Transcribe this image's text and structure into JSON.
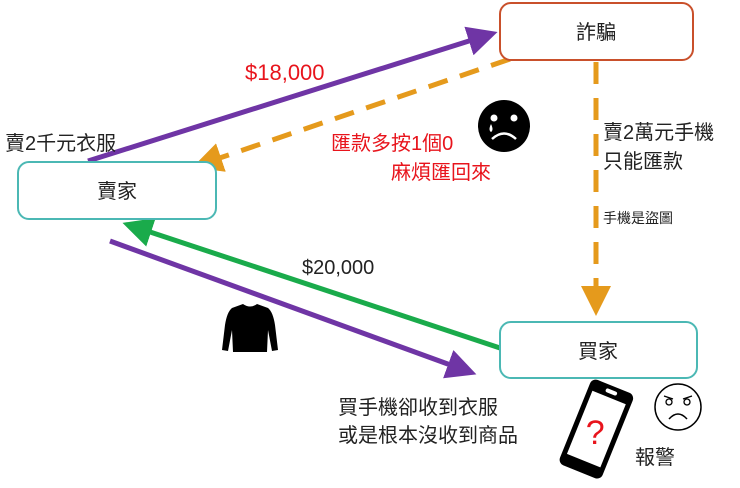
{
  "nodes": {
    "scammer": "詐騙",
    "seller": "賣家",
    "buyer": "買家"
  },
  "labels": {
    "seller_sells": "賣2千元衣服",
    "amount_seller_to_scam": "$18,000",
    "refund_request_1": "匯款多按1個0",
    "refund_request_2": "麻煩匯回來",
    "scam_sells_1": "賣2萬元手機",
    "scam_sells_2": "只能匯款",
    "stolen_photo": "手機是盜圖",
    "amount_buyer_to_seller": "$20,000",
    "buyer_result_1": "買手機卻收到衣服",
    "buyer_result_2": "或是根本沒收到商品",
    "report_police": "報警",
    "question_mark": "?"
  },
  "icons": [
    "crying-face-icon",
    "shirt-icon",
    "phone-icon",
    "angry-face-icon"
  ],
  "colors": {
    "scam_border": "#c9502b",
    "party_border": "#4bb8b4",
    "purple": "#6f35a5",
    "orange": "#e59a1c",
    "green": "#1aab4b",
    "red_text": "#e8141c"
  }
}
